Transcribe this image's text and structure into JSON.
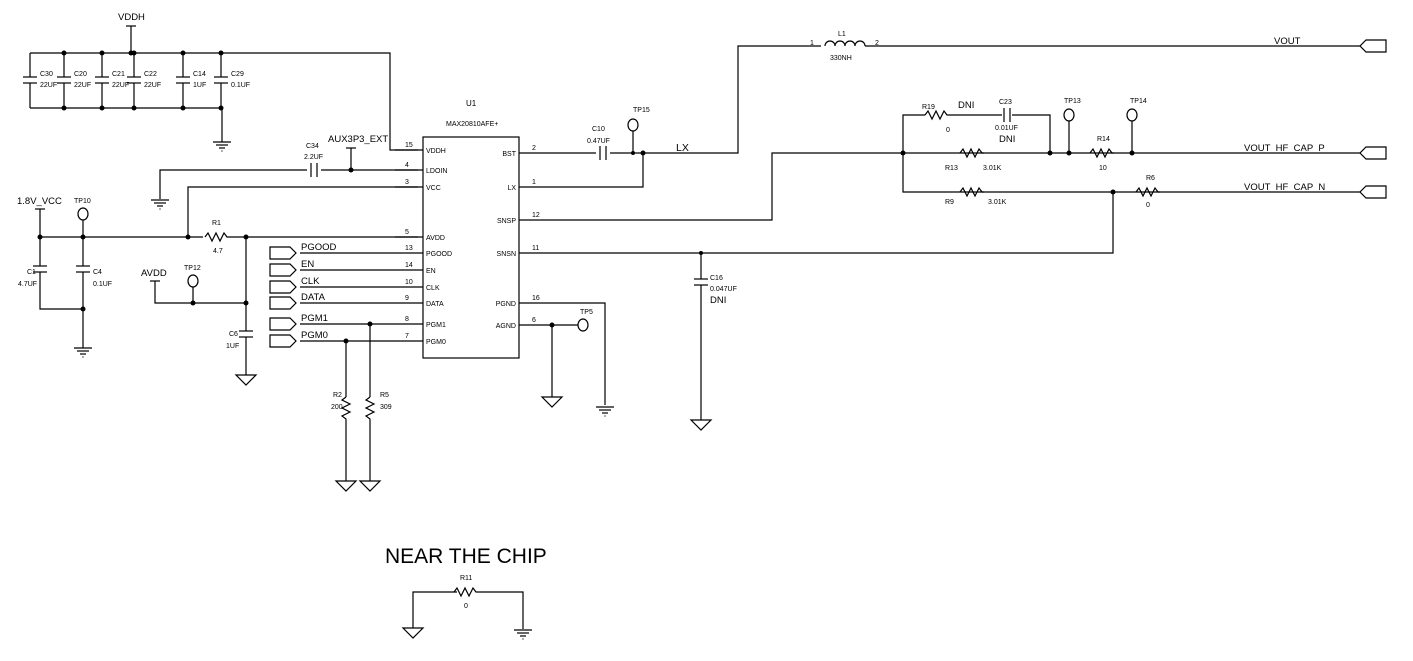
{
  "title": "NEAR THE CHIP",
  "ic": {
    "ref": "U1",
    "part": "MAX20810AFE+",
    "left_pins": [
      {
        "num": "15",
        "name": "VDDH"
      },
      {
        "num": "4",
        "name": "LDOIN"
      },
      {
        "num": "3",
        "name": "VCC"
      },
      {
        "num": "5",
        "name": "AVDD"
      },
      {
        "num": "13",
        "name": "PGOOD"
      },
      {
        "num": "14",
        "name": "EN"
      },
      {
        "num": "10",
        "name": "CLK"
      },
      {
        "num": "9",
        "name": "DATA"
      },
      {
        "num": "8",
        "name": "PGM1"
      },
      {
        "num": "7",
        "name": "PGM0"
      }
    ],
    "right_pins": [
      {
        "num": "2",
        "name": "BST"
      },
      {
        "num": "1",
        "name": "LX"
      },
      {
        "num": "12",
        "name": "SNSP"
      },
      {
        "num": "11",
        "name": "SNSN"
      },
      {
        "num": "16",
        "name": "PGND"
      },
      {
        "num": "6",
        "name": "AGND"
      }
    ]
  },
  "nets": {
    "vddh": "VDDH",
    "aux": "AUX3P3_EXT",
    "vcc18": "1.8V_VCC",
    "avdd": "AVDD",
    "lx": "LX",
    "vout": "VOUT",
    "vout_p": "VOUT_HF_CAP_P",
    "vout_n": "VOUT_HF_CAP_N"
  },
  "ports": [
    "PGOOD",
    "EN",
    "CLK",
    "DATA",
    "PGM1",
    "PGM0"
  ],
  "caps": {
    "C30": "22UF",
    "C20": "22UF",
    "C21": "22UF",
    "C22": "22UF",
    "C14": "1UF",
    "C29": "0.1UF",
    "C34": "2.2UF",
    "C1": "4.7UF",
    "C4": "0.1UF",
    "C6": "1UF",
    "C10": "0.47UF",
    "C16": "0.047UF",
    "C23": "0.01UF"
  },
  "res": {
    "R1": "4.7",
    "R2": "200",
    "R5": "309",
    "R19": "0",
    "R13": "3.01K",
    "R14": "10",
    "R9": "3.01K",
    "R6": "0",
    "R11": "0"
  },
  "inductor": {
    "ref": "L1",
    "value": "330NH",
    "pin1": "1",
    "pin2": "2"
  },
  "testpoints": [
    "TP10",
    "TP12",
    "TP15",
    "TP5",
    "TP13",
    "TP14"
  ],
  "dni": "DNI"
}
